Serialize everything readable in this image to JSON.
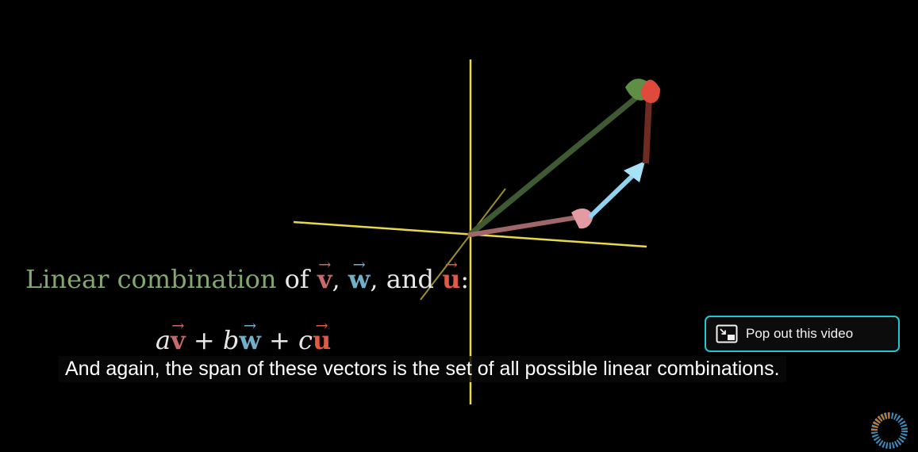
{
  "formula": {
    "title_green": "Linear combination",
    "of": "of",
    "v": "v",
    "comma1": ",",
    "w": "w",
    "comma_and": ", and",
    "u": "u",
    "colon": ":",
    "a": "a",
    "b": "b",
    "c": "c",
    "plus": "+"
  },
  "caption": "And again, the span of these vectors is the set of all possible linear combinations.",
  "popout": {
    "label": "Pop out this video",
    "icon": "picture-in-picture-icon"
  },
  "colors": {
    "background": "#000000",
    "axes": "#e8d84a",
    "vector_v": "#c86a6a",
    "vector_w": "#6fb1c9",
    "vector_u": "#e05a45",
    "sum_vector": "#4a6a3a",
    "popout_border": "#1fc7cf"
  },
  "loading_indicator": "loading-spinner-icon"
}
